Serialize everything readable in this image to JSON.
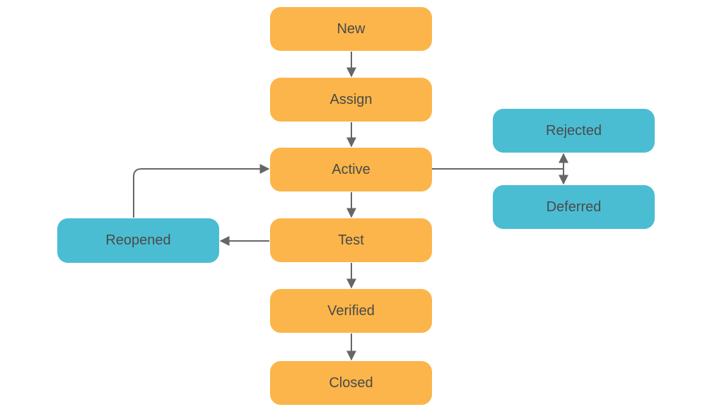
{
  "nodes": {
    "new": "New",
    "assign": "Assign",
    "active": "Active",
    "test": "Test",
    "verified": "Verified",
    "closed": "Closed",
    "rejected": "Rejected",
    "deferred": "Deferred",
    "reopened": "Reopened"
  },
  "colors": {
    "main_flow": "#fbb54a",
    "side_states": "#4bbdd3",
    "connector": "#666666",
    "text": "#4a4a4a"
  }
}
